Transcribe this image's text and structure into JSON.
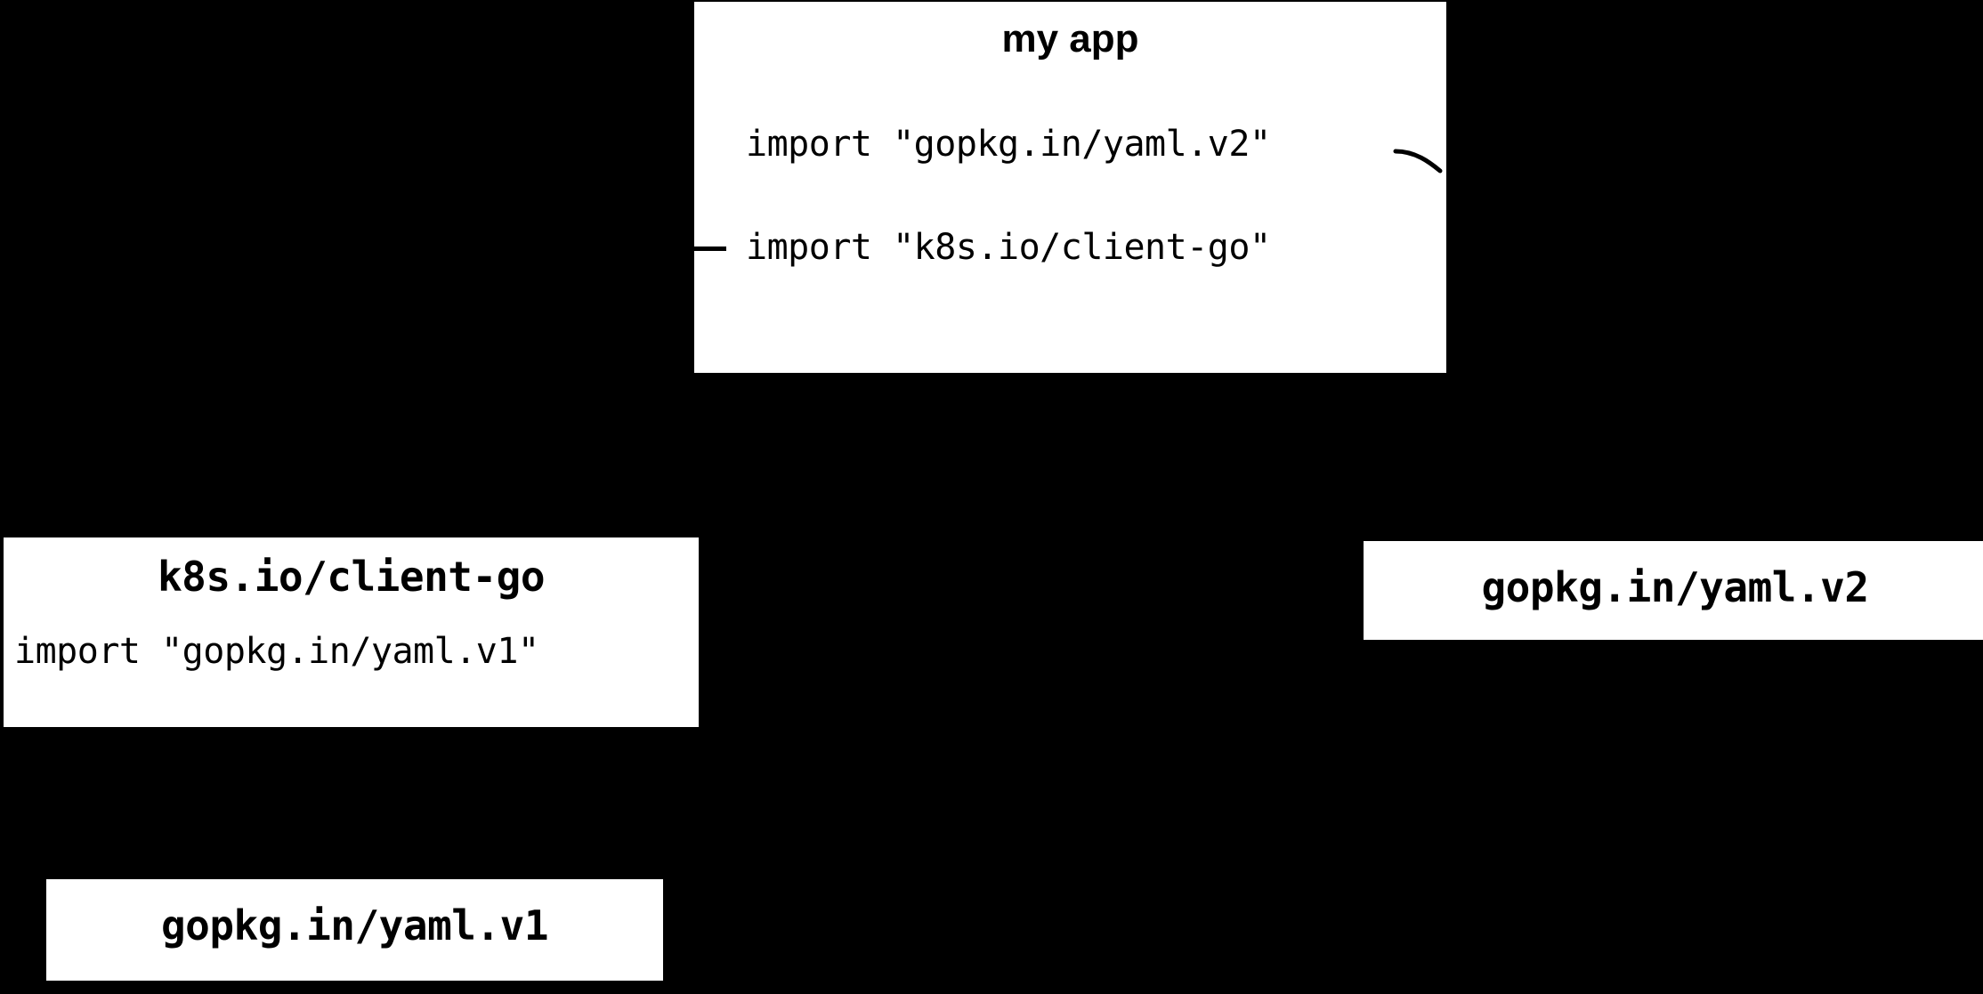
{
  "canvas": {
    "background_color": "#000000",
    "node_fill_color": "#ffffff",
    "text_color": "#000000",
    "edge_color": "#000000"
  },
  "nodes": [
    {
      "id": "my-app",
      "title": "my app",
      "title_style": "bold-sans",
      "imports": [
        "import \"gopkg.in/yaml.v2\"",
        "import \"k8s.io/client-go\""
      ]
    },
    {
      "id": "k8s-io-client-go",
      "title": "k8s.io/client-go",
      "title_style": "bold-mono",
      "imports": [
        "import \"gopkg.in/yaml.v1\""
      ]
    },
    {
      "id": "gopkg-in-yaml-v2",
      "title": "gopkg.in/yaml.v2",
      "title_style": "bold-mono",
      "imports": []
    },
    {
      "id": "gopkg-in-yaml-v1",
      "title": "gopkg.in/yaml.v1",
      "title_style": "bold-mono",
      "imports": []
    }
  ],
  "edges": [
    {
      "from": "my-app",
      "from_label": "import \"gopkg.in/yaml.v2\"",
      "to": "gopkg-in-yaml-v2"
    },
    {
      "from": "my-app",
      "from_label": "import \"k8s.io/client-go\"",
      "to": "k8s-io-client-go"
    },
    {
      "from": "k8s-io-client-go",
      "from_label": "import \"gopkg.in/yaml.v1\"",
      "to": "gopkg-in-yaml-v1"
    }
  ]
}
